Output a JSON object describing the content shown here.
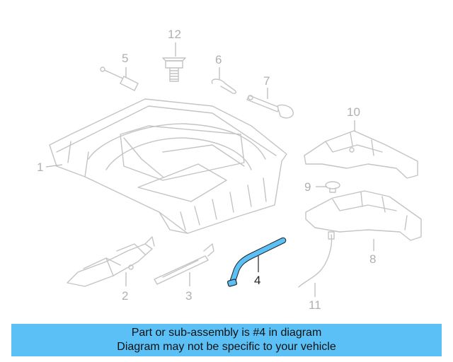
{
  "callouts": {
    "c1": "1",
    "c2": "2",
    "c3": "3",
    "c4": "4",
    "c5": "5",
    "c6": "6",
    "c7": "7",
    "c8": "8",
    "c9": "9",
    "c10": "10",
    "c11": "11",
    "c12": "12"
  },
  "highlight_part": "4",
  "colors": {
    "highlight": "#5bc0f5",
    "banner": "#5bc0f5",
    "parts": "#c4c4c4"
  },
  "banner": {
    "line1": "Part or sub-assembly is #4 in diagram",
    "line2": "Diagram may not be specific to your vehicle"
  }
}
